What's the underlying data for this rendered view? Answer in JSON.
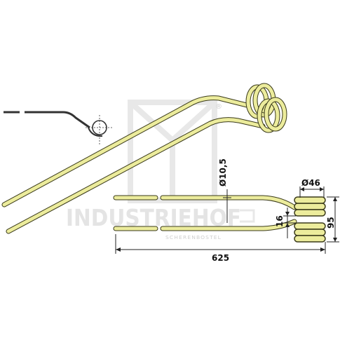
{
  "watermark": {
    "brand": "INDUSTRIEHOF",
    "registered": "®",
    "sub": "SCHERENBOSTEL"
  },
  "dimensions": {
    "wire_diameter": "Ø10,5",
    "coil_diameter": "Ø46",
    "coil_spacing": "16",
    "total_height": "95",
    "total_length": "625"
  },
  "colors": {
    "tine_fill": "#ecec9c",
    "tine_outline": "#3a3a1a",
    "watermark": "#e4e4e4"
  }
}
